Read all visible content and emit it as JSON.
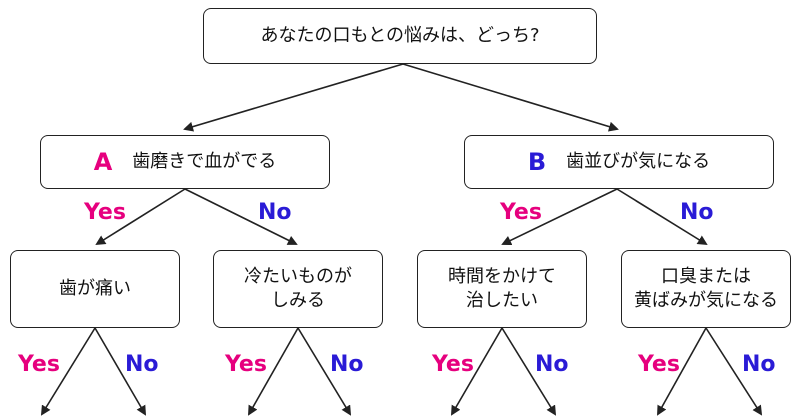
{
  "root": {
    "text": "あなたの口もとの悩みは、どっち?"
  },
  "branch_a": {
    "letter": "A",
    "text": "歯磨きで血がでる",
    "letter_color": "#e6007e"
  },
  "branch_b": {
    "letter": "B",
    "text": "歯並びが気になる",
    "letter_color": "#2a1bd6"
  },
  "leaves": [
    {
      "text": "歯が痛い"
    },
    {
      "text": "冷たいものが\nしみる"
    },
    {
      "text": "時間をかけて\n治したい"
    },
    {
      "text": "口臭または\n黄ばみが気になる"
    }
  ],
  "labels": {
    "yes": "Yes",
    "no": "No"
  },
  "colors": {
    "yes": "#e6007e",
    "no": "#2a1bd6",
    "line": "#222222"
  }
}
